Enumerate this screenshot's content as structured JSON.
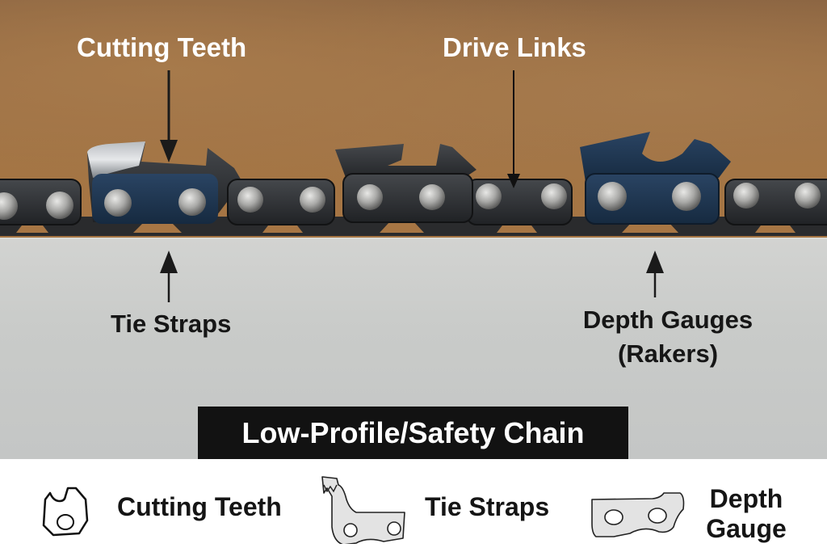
{
  "diagram": {
    "title": "Low-Profile/Safety Chain",
    "callouts": [
      {
        "id": "cutting-teeth",
        "text": "Cutting Teeth",
        "arrow_direction": "down"
      },
      {
        "id": "drive-links",
        "text": "Drive Links",
        "arrow_direction": "down"
      },
      {
        "id": "tie-straps",
        "text": "Tie Straps",
        "arrow_direction": "up"
      },
      {
        "id": "depth-gauges",
        "lines": [
          "Depth Gauges",
          "(Rakers)"
        ],
        "arrow_direction": "up"
      }
    ],
    "legend": [
      {
        "icon": "cutting-tooth-outline-icon",
        "text": "Cutting Teeth"
      },
      {
        "icon": "tie-strap-shape-icon",
        "text": "Tie Straps"
      },
      {
        "icon": "depth-gauge-shape-icon",
        "lines": [
          "Depth",
          "Gauge"
        ]
      }
    ],
    "colors": {
      "background_wood": "#9b6f45",
      "guide_bar": "#c9cbc9",
      "chain_steel": "#2b2d30",
      "blue_link": "#1f3550",
      "banner": "#121212",
      "label_light": "#ffffff",
      "label_dark": "#161616"
    }
  }
}
